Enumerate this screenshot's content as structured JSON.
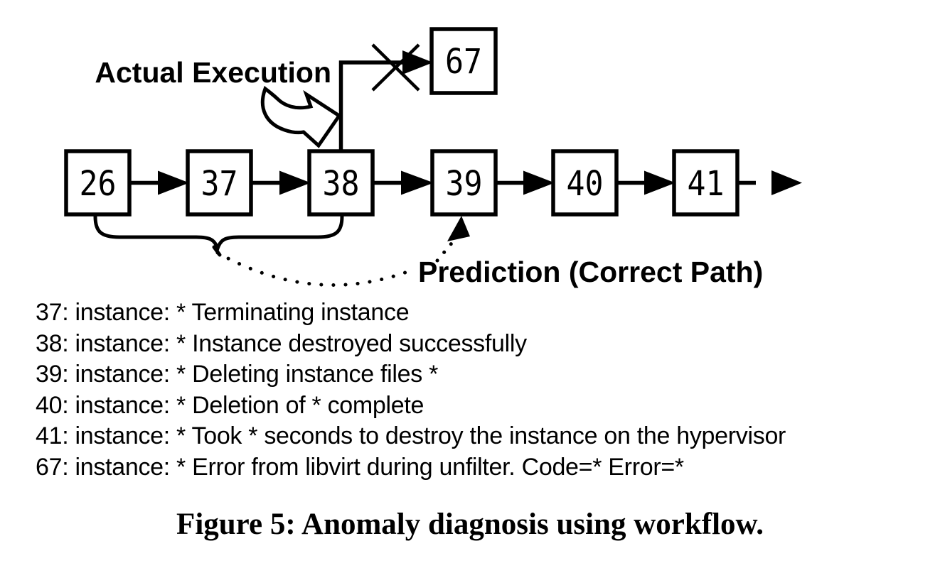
{
  "figure": {
    "diagram": {
      "actual_execution_label": "Actual Execution",
      "prediction_label": "Prediction (Correct Path)",
      "nodes": [
        "26",
        "37",
        "38",
        "39",
        "40",
        "41"
      ],
      "anomaly_node": "67"
    },
    "log_lines": [
      "37: instance: * Terminating instance",
      "38: instance: * Instance destroyed successfully",
      "39: instance: * Deleting instance files *",
      "40: instance: * Deletion of * complete",
      "41: instance: * Took * seconds to destroy the instance on the hypervisor",
      "67: instance: * Error from libvirt during unfilter. Code=* Error=*"
    ],
    "caption": "Figure 5: Anomaly diagnosis using workflow.",
    "colors": {
      "ink": "#000000",
      "paper": "#ffffff"
    }
  }
}
